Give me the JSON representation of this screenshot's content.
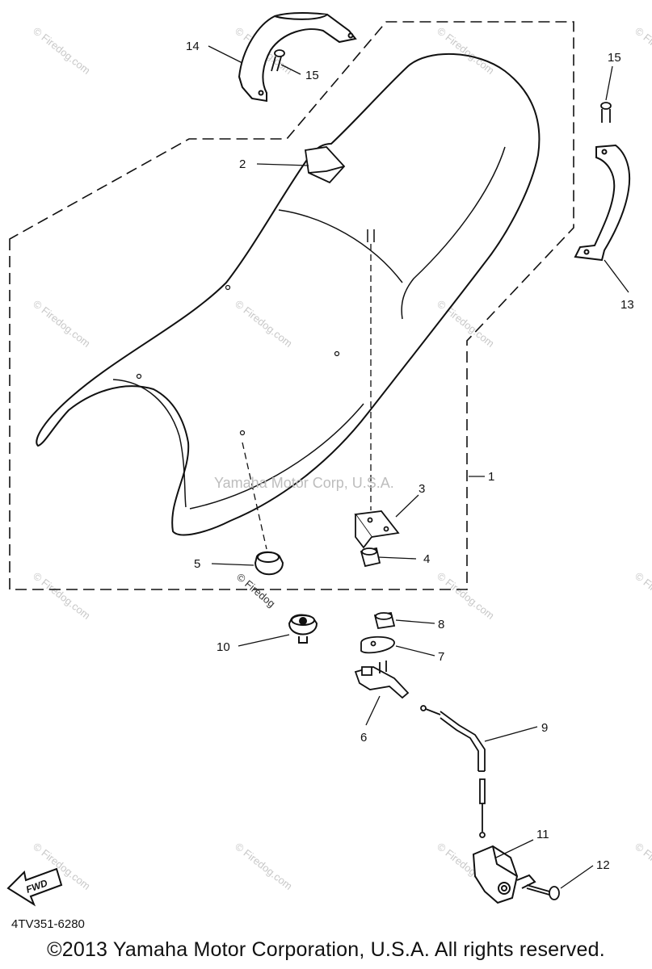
{
  "diagram": {
    "part_code": "4TV351-6280",
    "copyright": "©2013 Yamaha Motor Corporation, U.S.A. All rights reserved.",
    "watermark_center": "Yamaha Motor Corp, U.S.A.",
    "watermark_small": "© Firedog",
    "watermark_tile": "© Firedog.com",
    "fwd_label": "FWD",
    "callouts": {
      "c1": "1",
      "c2": "2",
      "c3": "3",
      "c4": "4",
      "c5": "5",
      "c6": "6",
      "c7": "7",
      "c8": "8",
      "c9": "9",
      "c10": "10",
      "c11": "11",
      "c12": "12",
      "c13": "13",
      "c14": "14",
      "c15a": "15",
      "c15b": "15"
    }
  }
}
